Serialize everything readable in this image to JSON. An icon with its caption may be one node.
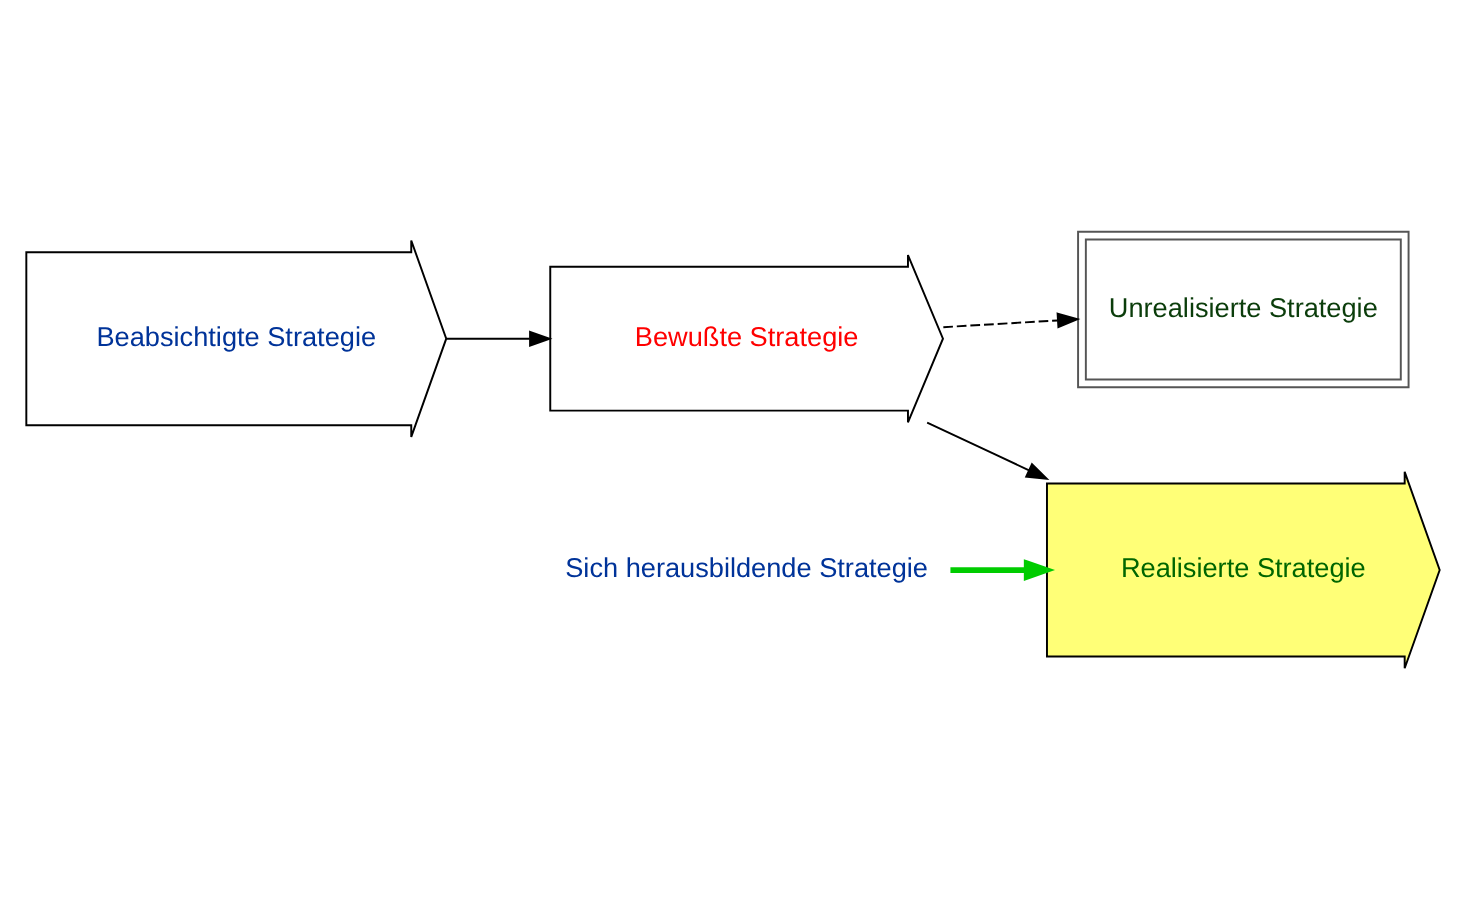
{
  "diagram": {
    "nodes": [
      {
        "text": [
          "Beabsichtigte Strategie"
        ]
      },
      {
        "text": [
          "Bewußte Strategie"
        ]
      },
      {
        "text": [
          "Unrealisierte Strategie"
        ]
      },
      {
        "text": [
          "Realisierte Strategie"
        ]
      },
      {
        "text": [
          "Sich herausbildende Strategie"
        ]
      }
    ],
    "edges": [
      {
        "from": 0,
        "to": 1,
        "arrow": "to"
      },
      {
        "from": 1,
        "to": 2,
        "arrow": "to",
        "style": "dashed"
      },
      {
        "from": 1,
        "to": 3,
        "arrow": "to"
      },
      {
        "from": 4,
        "to": 3,
        "arrow": "to",
        "style": "thick",
        "color": "#00cc00"
      }
    ]
  }
}
